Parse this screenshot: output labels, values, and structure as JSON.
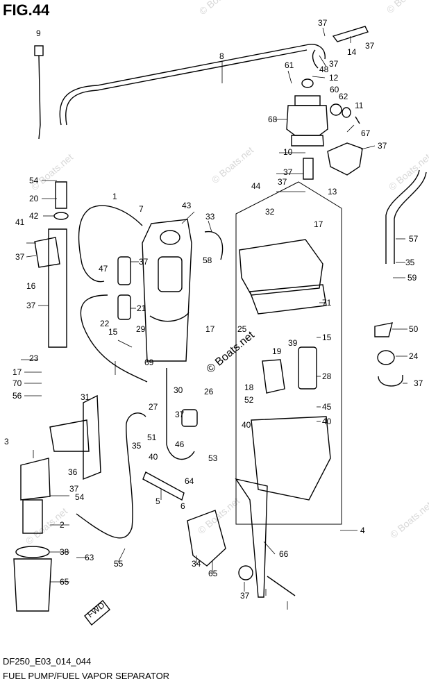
{
  "figure": {
    "title": "FIG.44",
    "code": "DF250_E03_014_044",
    "caption": "FUEL PUMP/FUEL VAPOR SEPARATOR",
    "fwd_label": "FWD"
  },
  "watermarks": [
    "© Boats.net",
    "© Boats.net",
    "© Boats.net",
    "© Boats.net",
    "© Boats.net",
    "© Boats.net",
    "© Boats.net",
    "© Boats.net",
    "© Boats.net"
  ],
  "callouts": [
    "9",
    "8",
    "37",
    "14",
    "37",
    "48",
    "37",
    "61",
    "12",
    "60",
    "62",
    "11",
    "68",
    "67",
    "37",
    "10",
    "37",
    "54",
    "37",
    "13",
    "20",
    "44",
    "1",
    "43",
    "33",
    "32",
    "17",
    "42",
    "41",
    "37",
    "7",
    "37",
    "58",
    "59",
    "57",
    "35",
    "16",
    "37",
    "47",
    "22",
    "21",
    "71",
    "25",
    "50",
    "15",
    "15",
    "29",
    "17",
    "39",
    "23",
    "69",
    "19",
    "24",
    "17",
    "28",
    "70",
    "18",
    "37",
    "56",
    "30",
    "26",
    "52",
    "45",
    "37",
    "31",
    "27",
    "40",
    "40",
    "51",
    "46",
    "53",
    "3",
    "40",
    "35",
    "36",
    "37",
    "54",
    "5",
    "64",
    "4",
    "2",
    "6",
    "38",
    "63",
    "65",
    "55",
    "34",
    "65",
    "66",
    "37"
  ]
}
